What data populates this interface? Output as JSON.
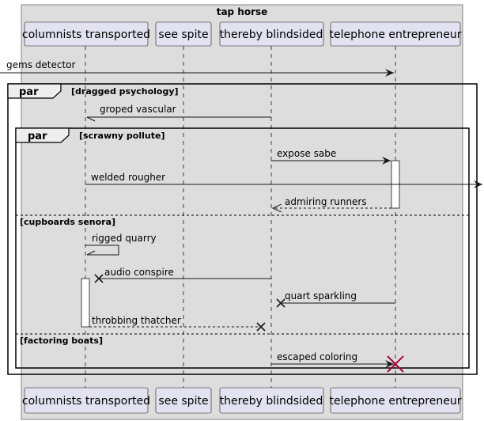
{
  "diagram": {
    "box_title": "tap horse",
    "participants": [
      {
        "id": "p1",
        "label": "columnists transported"
      },
      {
        "id": "p2",
        "label": "see spite"
      },
      {
        "id": "p3",
        "label": "thereby blindsided"
      },
      {
        "id": "p4",
        "label": "telephone entrepreneur"
      }
    ],
    "messages": [
      {
        "id": "m1",
        "label": "gems detector",
        "from": "external-left",
        "to": "telephone entrepreneur",
        "style": "solid"
      },
      {
        "id": "m2",
        "label": "groped vascular",
        "from": "thereby blindsided",
        "to": "columnists transported",
        "style": "solid-open"
      },
      {
        "id": "m3",
        "label": "expose sabe",
        "from": "thereby blindsided",
        "to": "telephone entrepreneur",
        "style": "solid"
      },
      {
        "id": "m4",
        "label": "welded rougher",
        "from": "columnists transported",
        "to": "external-right",
        "style": "solid"
      },
      {
        "id": "m5",
        "label": "admiring runners",
        "from": "telephone entrepreneur",
        "to": "thereby blindsided",
        "style": "dashed"
      },
      {
        "id": "m6",
        "label": "rigged quarry",
        "from": "columnists transported",
        "to": "columnists transported",
        "style": "self"
      },
      {
        "id": "m7",
        "label": "audio conspire",
        "from": "thereby blindsided",
        "to": "columnists transported",
        "style": "lost"
      },
      {
        "id": "m8",
        "label": "quart sparkling",
        "from": "telephone entrepreneur",
        "to": "thereby blindsided",
        "style": "lost"
      },
      {
        "id": "m9",
        "label": "throbbing thatcher",
        "from": "columnists transported",
        "to": "thereby blindsided",
        "style": "dashed-lost"
      },
      {
        "id": "m10",
        "label": "escaped coloring",
        "from": "thereby blindsided",
        "to": "telephone entrepreneur",
        "style": "destroy"
      }
    ],
    "fragments": [
      {
        "id": "f1",
        "keyword": "par",
        "guard": "[dragged psychology]"
      },
      {
        "id": "f2",
        "keyword": "par",
        "guard": "[scrawny pollute]",
        "else_guards": [
          "[cupboards senora]",
          "[factoring boats]"
        ]
      }
    ],
    "colors": {
      "box_fill": "#dddddd",
      "participant_fill": "#e2e2f0",
      "line": "#181818",
      "destroy": "#a80036"
    }
  }
}
